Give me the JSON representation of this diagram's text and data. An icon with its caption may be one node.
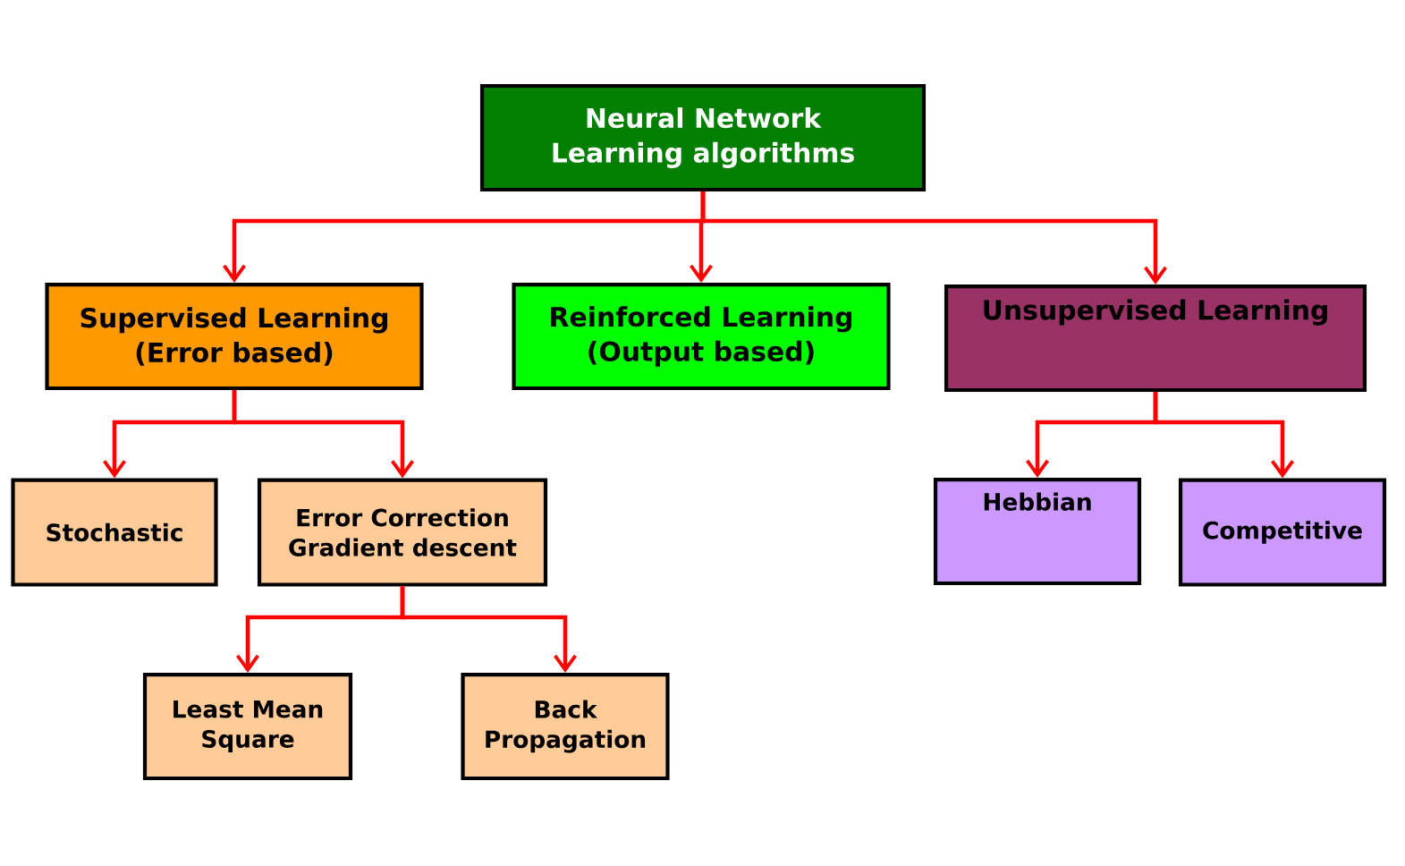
{
  "diagram": {
    "nodes": [
      {
        "text": [
          "Neural Network Learning algorithms"
        ]
      },
      {
        "text": [
          "Supervised Learning (Error based)"
        ]
      },
      {
        "text": [
          "Reinforced Learning (Output based)"
        ]
      },
      {
        "text": [
          "Unsupervised Learning"
        ]
      },
      {
        "text": [
          "Stochastic"
        ]
      },
      {
        "text": [
          "Error Correction Gradient descent"
        ]
      },
      {
        "text": [
          "Hebbian"
        ]
      },
      {
        "text": [
          "Competitive"
        ]
      },
      {
        "text": [
          "Least Mean Square"
        ]
      },
      {
        "text": [
          "Back Propagation"
        ]
      }
    ],
    "edges": [
      {
        "from": 0,
        "to": 1,
        "arrow": "to"
      },
      {
        "from": 0,
        "to": 2,
        "arrow": "to"
      },
      {
        "from": 0,
        "to": 3,
        "arrow": "to"
      },
      {
        "from": 1,
        "to": 4,
        "arrow": "to"
      },
      {
        "from": 1,
        "to": 5,
        "arrow": "to"
      },
      {
        "from": 3,
        "to": 6,
        "arrow": "to"
      },
      {
        "from": 3,
        "to": 7,
        "arrow": "to"
      },
      {
        "from": 5,
        "to": 8,
        "arrow": "to"
      },
      {
        "from": 5,
        "to": 9,
        "arrow": "to"
      }
    ]
  }
}
